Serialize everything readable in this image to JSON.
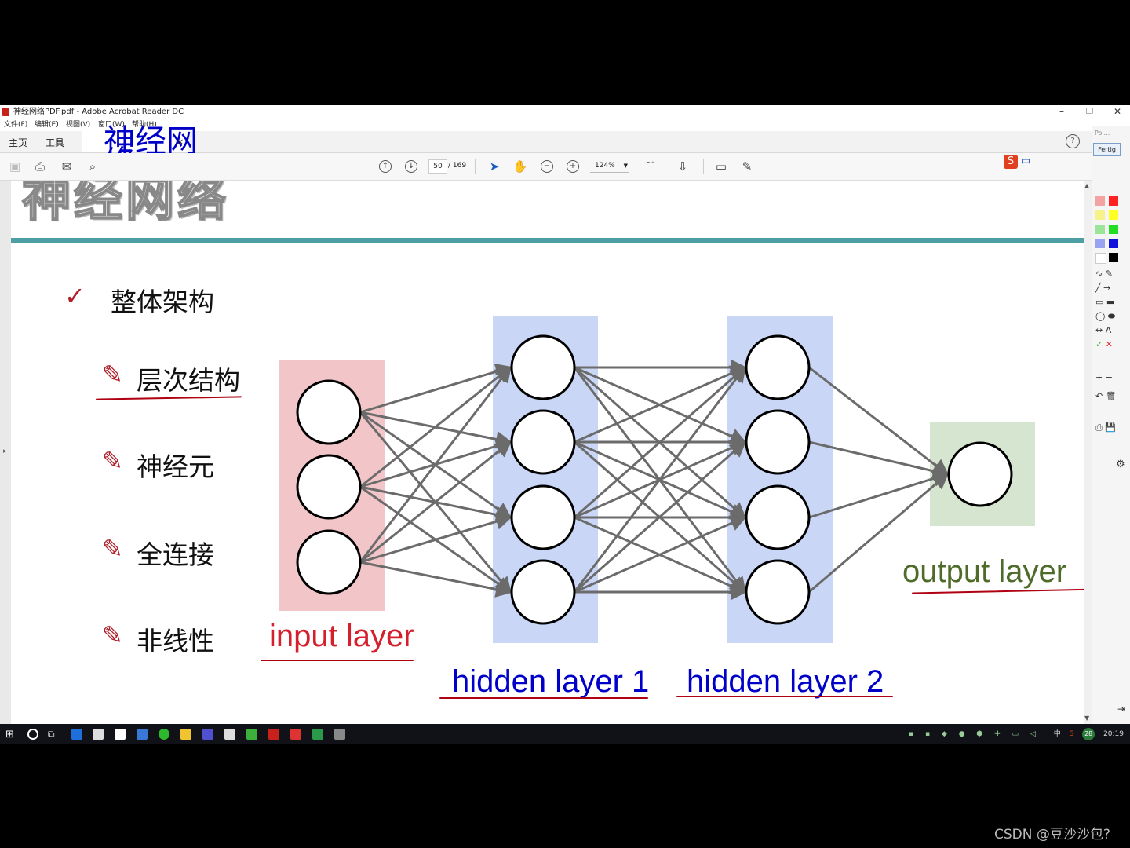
{
  "window": {
    "title": "神经网络PDF.pdf - Adobe Acrobat Reader DC",
    "controls": {
      "minimize": "–",
      "restore": "❐",
      "close": "✕"
    }
  },
  "menu": [
    "文件(F)",
    "编辑(E)",
    "视图(V)",
    "窗口(W)",
    "帮助(H)"
  ],
  "tabs": {
    "home": "主页",
    "tools": "工具",
    "document": "神经网络PDF.pdf",
    "close": "×"
  },
  "help": "?",
  "toolbar": {
    "page_current": "50",
    "page_total": "/ 169",
    "zoom": "124%"
  },
  "slide": {
    "title": "神经网络",
    "bullets": {
      "main": "整体架构",
      "items": [
        "层次结构",
        "神经元",
        "全连接",
        "非线性"
      ]
    },
    "diagram": {
      "labels": {
        "input": "input layer",
        "hidden1": "hidden layer 1",
        "hidden2": "hidden layer 2",
        "output": "output layer"
      },
      "layers": [
        3,
        4,
        4,
        1
      ],
      "colors": {
        "input": "#f2c6c9",
        "hidden": "#c9d6f5",
        "output": "#d6e5cf",
        "edge": "#6b6b6b"
      }
    }
  },
  "side_panel": {
    "top_label": "Poi...",
    "button": "Fertig"
  },
  "taskbar": {
    "time": "20:19",
    "ime": "中",
    "badge": "28"
  },
  "watermark": "CSDN @豆沙沙包?"
}
